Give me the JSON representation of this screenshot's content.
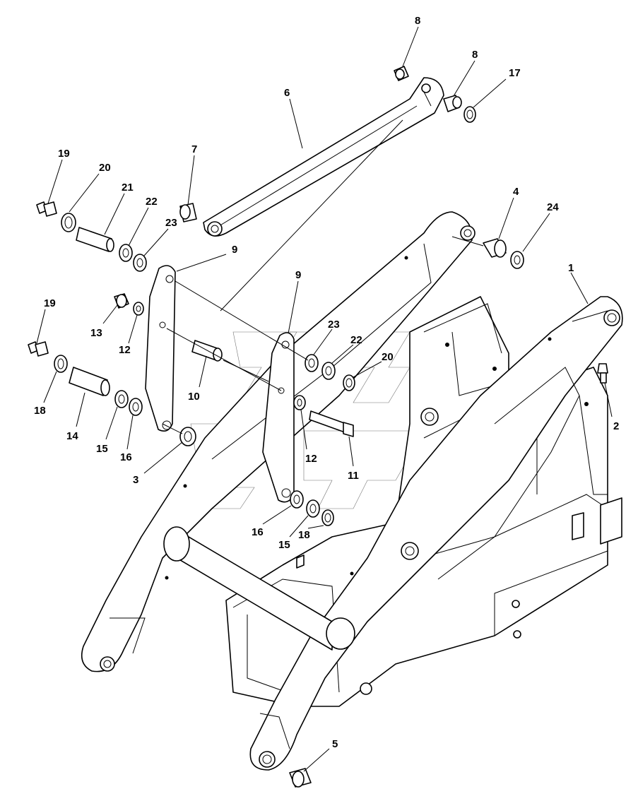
{
  "diagram": {
    "callouts": [
      "8",
      "8",
      "17",
      "6",
      "7",
      "19",
      "20",
      "21",
      "22",
      "23",
      "4",
      "24",
      "9",
      "9",
      "1",
      "13",
      "12",
      "19",
      "23",
      "22",
      "20",
      "18",
      "14",
      "15",
      "16",
      "10",
      "2",
      "12",
      "11",
      "3",
      "16",
      "15",
      "18",
      "5"
    ]
  }
}
